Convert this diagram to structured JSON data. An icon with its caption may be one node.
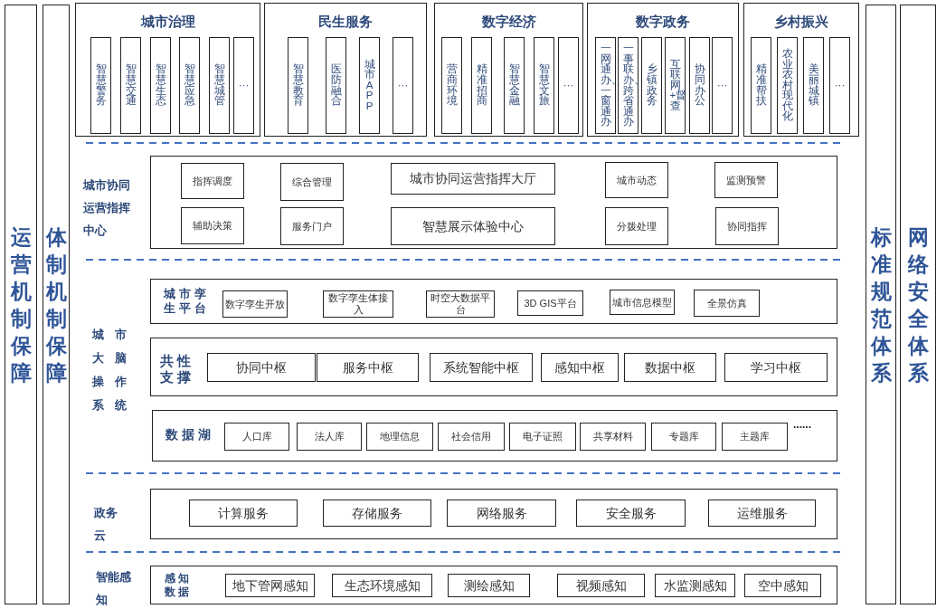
{
  "diagram": {
    "nodes": [
      {
        "text": [
          "运营机制保障"
        ]
      },
      {
        "text": [
          "体制机制保障"
        ]
      },
      {
        "text": [
          "城市治理"
        ]
      },
      {
        "text": [
          "智慧警务"
        ],
        "in": 2
      },
      {
        "text": [
          "智慧交通"
        ],
        "in": 2
      },
      {
        "text": [
          "智慧生态"
        ],
        "in": 2
      },
      {
        "text": [
          "智慧应急"
        ],
        "in": 2
      },
      {
        "text": [
          "智慧城管"
        ],
        "in": 2
      },
      {
        "text": [
          "···"
        ],
        "in": 2
      },
      {
        "text": [
          "民生服务"
        ]
      },
      {
        "text": [
          "智慧教育"
        ],
        "in": 9
      },
      {
        "text": [
          "医防融合"
        ],
        "in": 9
      },
      {
        "text": [
          "城市APP"
        ],
        "in": 9
      },
      {
        "text": [
          "···"
        ],
        "in": 9
      },
      {
        "text": [
          "数字经济"
        ]
      },
      {
        "text": [
          "营商环境"
        ],
        "in": 14
      },
      {
        "text": [
          "精准招商"
        ],
        "in": 14
      },
      {
        "text": [
          "智慧金融"
        ],
        "in": 14
      },
      {
        "text": [
          "智慧文旅"
        ],
        "in": 14
      },
      {
        "text": [
          "···"
        ],
        "in": 14
      },
      {
        "text": [
          "数字政务"
        ]
      },
      {
        "text": [
          "一网通办、一窗通办"
        ],
        "in": 20
      },
      {
        "text": [
          "一事联办、跨省通办"
        ],
        "in": 20
      },
      {
        "text": [
          "乡镇政务"
        ],
        "in": 20
      },
      {
        "text": [
          "互联网+督查"
        ],
        "in": 20
      },
      {
        "text": [
          "协同办公"
        ],
        "in": 20
      },
      {
        "text": [
          "···"
        ],
        "in": 20
      },
      {
        "text": [
          "乡村振兴"
        ]
      },
      {
        "text": [
          "精准帮扶"
        ],
        "in": 27
      },
      {
        "text": [
          "农业农村现代化"
        ],
        "in": 27
      },
      {
        "text": [
          "美丽城镇"
        ],
        "in": 27
      },
      {
        "text": [
          "···"
        ],
        "in": 27
      },
      {
        "text": [
          "标准规范体系"
        ]
      },
      {
        "text": [
          "网络安全体系"
        ]
      },
      {
        "text": [
          "城市协同运营指挥中心"
        ]
      },
      {
        "text": [
          "指挥调度"
        ],
        "in": 34
      },
      {
        "text": [
          "综合管理"
        ],
        "in": 34
      },
      {
        "text": [
          "城市协同运营指挥大厅"
        ],
        "in": 34
      },
      {
        "text": [
          "城市动态"
        ],
        "in": 34
      },
      {
        "text": [
          "监测预警"
        ],
        "in": 34
      },
      {
        "text": [
          "辅助决策"
        ],
        "in": 34
      },
      {
        "text": [
          "服务门户"
        ],
        "in": 34
      },
      {
        "text": [
          "智慧展示体验中心"
        ],
        "in": 34
      },
      {
        "text": [
          "分拨处理"
        ],
        "in": 34
      },
      {
        "text": [
          "协同指挥"
        ],
        "in": 34
      },
      {
        "text": [
          "城市孪生平台"
        ]
      },
      {
        "text": [
          "数字孪生开放"
        ],
        "in": 45
      },
      {
        "text": [
          "数字孪生体接入"
        ],
        "in": 45
      },
      {
        "text": [
          "时空大数据平台"
        ],
        "in": 45
      },
      {
        "text": [
          "3D GIS平台"
        ],
        "in": 45
      },
      {
        "text": [
          "城市信息模型"
        ],
        "in": 45
      },
      {
        "text": [
          "全景仿真"
        ],
        "in": 45
      },
      {
        "text": [
          "共性支撑"
        ]
      },
      {
        "text": [
          "协同中枢"
        ],
        "in": 52
      },
      {
        "text": [
          "服务中枢"
        ],
        "in": 52
      },
      {
        "text": [
          "系统智能中枢"
        ],
        "in": 52
      },
      {
        "text": [
          "感知中枢"
        ],
        "in": 52
      },
      {
        "text": [
          "数据中枢"
        ],
        "in": 52
      },
      {
        "text": [
          "学习中枢"
        ],
        "in": 52
      },
      {
        "text": [
          "数据湖"
        ]
      },
      {
        "text": [
          "人口库"
        ],
        "in": 59
      },
      {
        "text": [
          "法人库"
        ],
        "in": 59
      },
      {
        "text": [
          "地理信息"
        ],
        "in": 59
      },
      {
        "text": [
          "社会信用"
        ],
        "in": 59
      },
      {
        "text": [
          "电子证照"
        ],
        "in": 59
      },
      {
        "text": [
          "共享材料"
        ],
        "in": 59
      },
      {
        "text": [
          "专题库"
        ],
        "in": 59
      },
      {
        "text": [
          "主题库"
        ],
        "in": 59
      },
      {
        "text": [
          "政务云"
        ]
      },
      {
        "text": [
          "计算服务"
        ],
        "in": 68
      },
      {
        "text": [
          "存储服务"
        ],
        "in": 68
      },
      {
        "text": [
          "网络服务"
        ],
        "in": 68
      },
      {
        "text": [
          "安全服务"
        ],
        "in": 68
      },
      {
        "text": [
          "运维服务"
        ],
        "in": 68
      },
      {
        "text": [
          "智能感知",
          "感知数据"
        ]
      },
      {
        "text": [
          "地下管网感知"
        ],
        "in": 74
      },
      {
        "text": [
          "生态环境感知"
        ],
        "in": 74
      },
      {
        "text": [
          "测绘感知"
        ],
        "in": 74
      },
      {
        "text": [
          "视频感知"
        ],
        "in": 74
      },
      {
        "text": [
          "水监测感知"
        ],
        "in": 74
      },
      {
        "text": [
          "空中感知"
        ],
        "in": 74
      }
    ],
    "labels": [
      "城市大脑操作系统",
      "......"
    ]
  }
}
